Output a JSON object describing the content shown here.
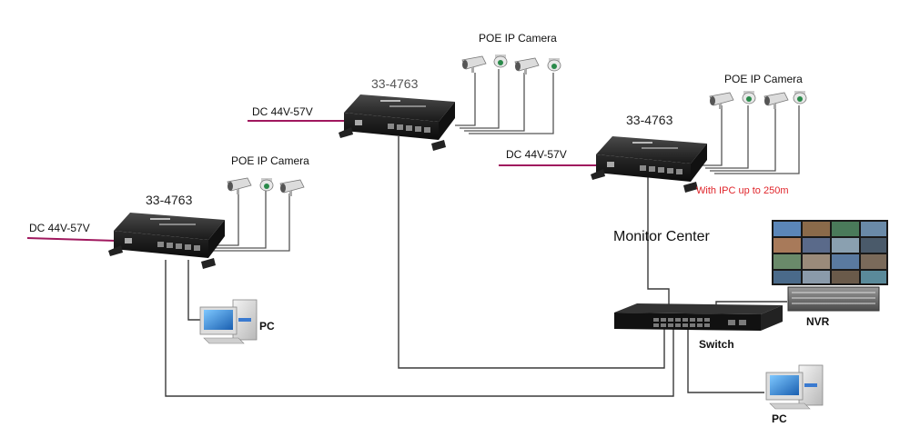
{
  "injectors": [
    {
      "model": "33-4763",
      "dc": "DC 44V-57V",
      "cameras": "POE IP Camera"
    },
    {
      "model": "33-4763",
      "dc": "DC 44V-57V",
      "cameras": "POE IP Camera"
    },
    {
      "model": "33-4763",
      "dc": "DC 44V-57V",
      "cameras": "POE IP Camera"
    }
  ],
  "note": "With IPC up to 250m",
  "monitor_center": "Monitor Center",
  "devices": {
    "switch": "Switch",
    "nvr": "NVR",
    "pc_left": "PC",
    "pc_bottom": "PC"
  },
  "colors": {
    "dc_line": "#a0185e",
    "cable": "#3a3a3a",
    "note": "#e0252b",
    "device_body": "#1d1d1d"
  }
}
